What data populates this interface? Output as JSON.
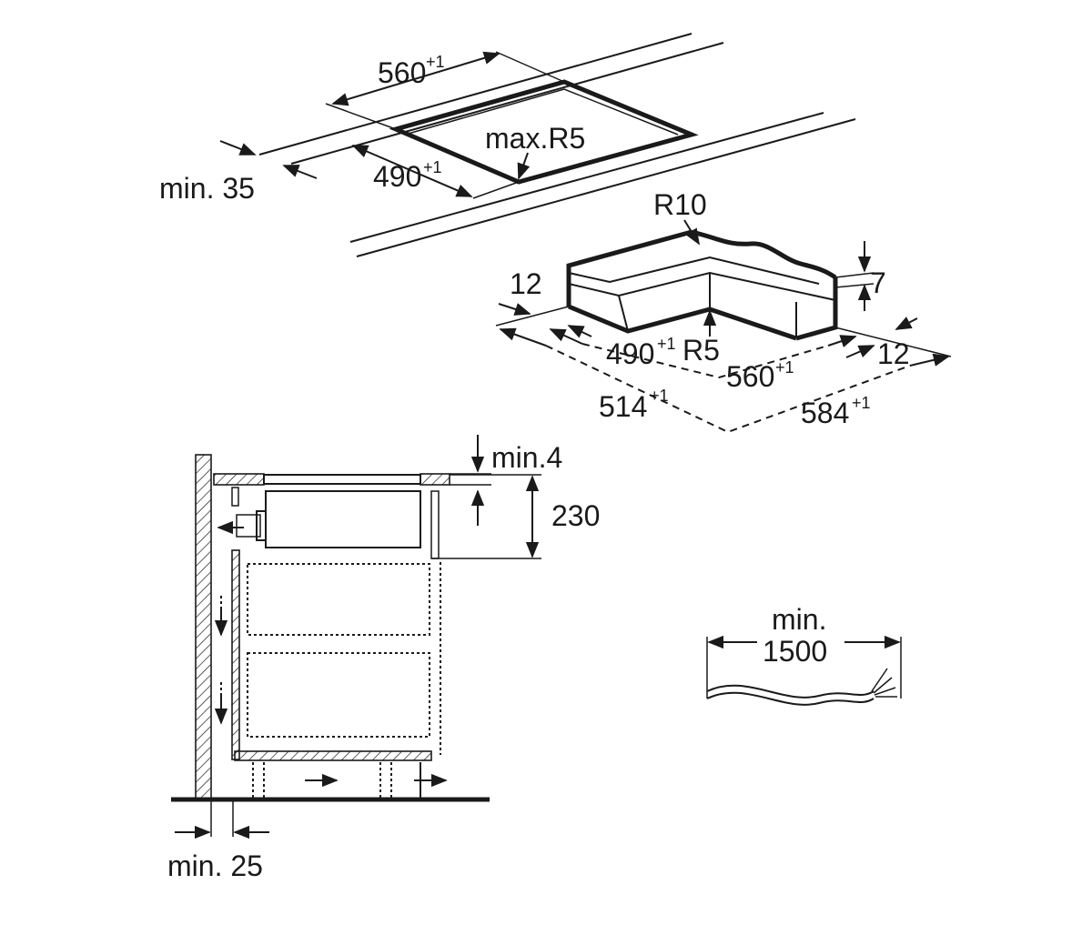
{
  "cutout_top": {
    "width": "560",
    "width_tol": "+1",
    "depth": "490",
    "depth_tol": "+1",
    "radius": "max.R5",
    "edge_distance": "min. 35"
  },
  "cutout_detail": {
    "outer_radius": "R10",
    "inner_radius": "R5",
    "step_width": "12",
    "step_width_right": "12",
    "step_depth": "7",
    "inner_depth": "490",
    "inner_depth_tol": "+1",
    "inner_width": "560",
    "inner_width_tol": "+1",
    "outer_depth": "514",
    "outer_depth_tol": "+1",
    "outer_width": "584",
    "outer_width_tol": "+1"
  },
  "cabinet_section": {
    "top_gap": "min.4",
    "unit_height": "230",
    "wall_gap": "min. 25"
  },
  "power_cable": {
    "length_line1": "min.",
    "length_line2": "1500"
  }
}
